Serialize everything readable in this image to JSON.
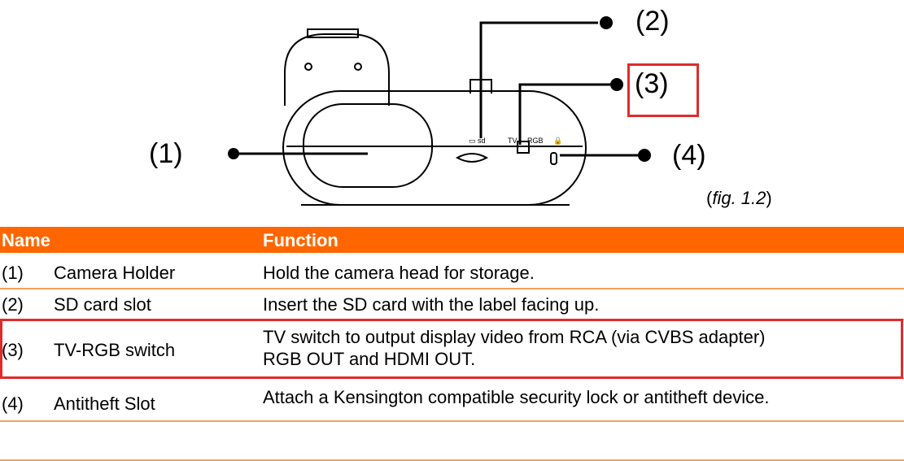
{
  "figure": {
    "callouts": [
      "(1)",
      "(2)",
      "(3)",
      "(4)"
    ],
    "caption_fig": "fig. 1.2"
  },
  "table": {
    "headers": {
      "name": "Name",
      "function": "Function"
    },
    "rows": [
      {
        "num": "(1)",
        "name": "Camera Holder",
        "function": [
          "Hold the camera head for storage."
        ]
      },
      {
        "num": "(2)",
        "name": "SD card slot",
        "function": [
          "Insert the SD card with the label facing up."
        ]
      },
      {
        "num": "(3)",
        "name": "TV-RGB switch",
        "function": [
          "TV switch to output display video from RCA (via CVBS adapter)",
          "RGB OUT and HDMI OUT."
        ]
      },
      {
        "num": "(4)",
        "name": "Antitheft Slot",
        "function": [
          "Attach a Kensington compatible security lock or antitheft device."
        ]
      }
    ]
  },
  "colors": {
    "header": "#ff6600",
    "highlight": "#e02b2b",
    "divider": "#f2a05b"
  }
}
